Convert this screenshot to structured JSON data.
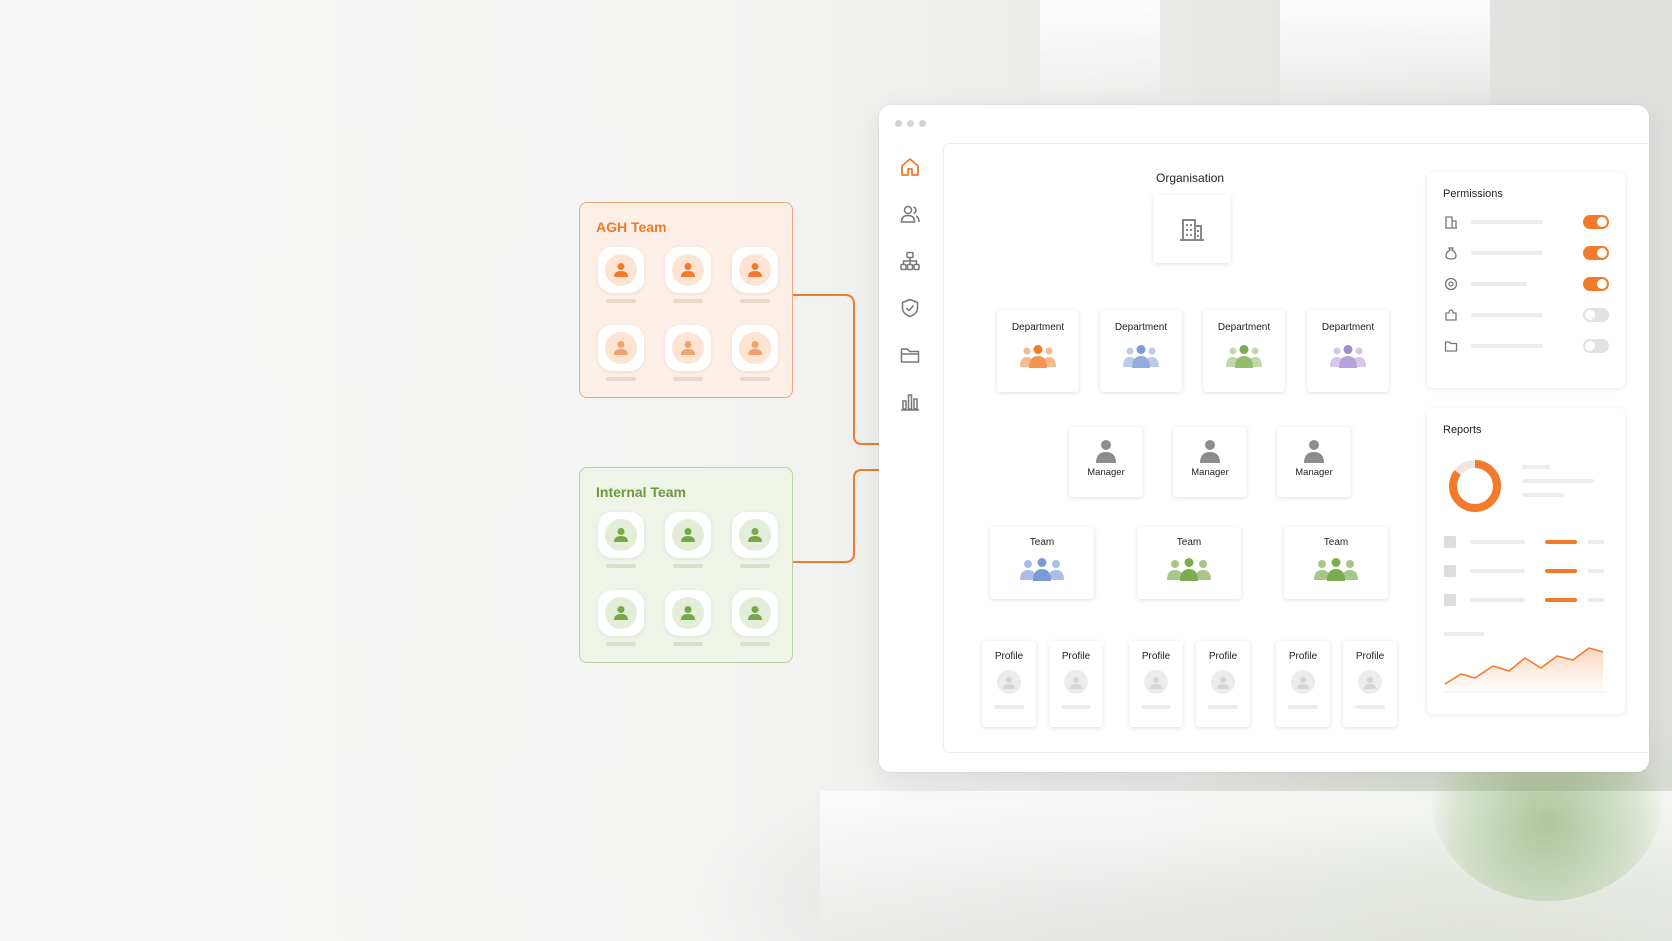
{
  "teams": {
    "agh": {
      "title": "AGH Team",
      "color": "#ef7a2a"
    },
    "internal": {
      "title": "Internal Team",
      "color": "#6a9a3e"
    }
  },
  "sidebar": {
    "items": [
      {
        "icon": "home-icon",
        "active": true
      },
      {
        "icon": "users-icon"
      },
      {
        "icon": "org-chart-icon"
      },
      {
        "icon": "shield-icon"
      },
      {
        "icon": "folder-icon"
      },
      {
        "icon": "bar-chart-icon"
      }
    ]
  },
  "org_chart": {
    "root_label": "Organisation",
    "departments": [
      "Department",
      "Department",
      "Department",
      "Department"
    ],
    "managers": [
      "Manager",
      "Manager",
      "Manager"
    ],
    "teams": [
      "Team",
      "Team",
      "Team"
    ],
    "profiles": [
      "Profile",
      "Profile",
      "Profile",
      "Profile",
      "Profile",
      "Profile"
    ]
  },
  "permissions": {
    "title": "Permissions",
    "items": [
      {
        "icon": "building-icon",
        "enabled": true
      },
      {
        "icon": "money-bag-icon",
        "enabled": true
      },
      {
        "icon": "location-icon",
        "enabled": true
      },
      {
        "icon": "puzzle-icon",
        "enabled": false
      },
      {
        "icon": "folder-icon",
        "enabled": false
      }
    ]
  },
  "reports": {
    "title": "Reports"
  },
  "colors": {
    "accent": "#f27a2a",
    "green": "#6a9a3e",
    "blue": "#7c9ad6",
    "purple": "#a58ad0"
  }
}
